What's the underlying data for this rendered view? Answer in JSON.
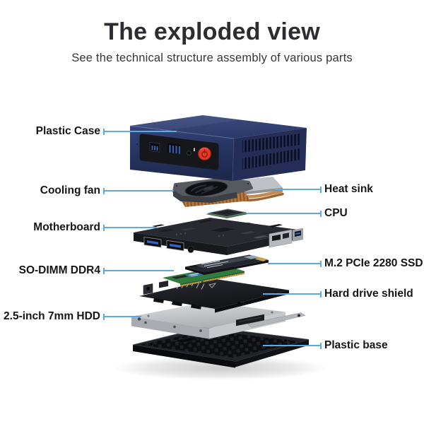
{
  "header": {
    "title": "The exploded view",
    "subtitle": "See the technical structure assembly of various parts"
  },
  "callouts": {
    "left": [
      {
        "label": "Plastic Case"
      },
      {
        "label": "Cooling fan"
      },
      {
        "label": "Motherboard"
      },
      {
        "label": "SO-DIMM DDR4"
      },
      {
        "label": "2.5-inch 7mm HDD"
      }
    ],
    "right": [
      {
        "label": "Heat sink"
      },
      {
        "label": "CPU"
      },
      {
        "label": "M.2 PCIe 2280 SSD"
      },
      {
        "label": "Hard drive shield"
      },
      {
        "label": "Plastic base"
      }
    ]
  },
  "colors": {
    "callout_line": "#5ea9e0",
    "title_text": "#2c2c31",
    "label_text": "#151515",
    "case_navy": "#2b3966",
    "power_button_red": "#e53a2b",
    "usb_port_blue": "#2f63c4",
    "ram_pcb_green": "#2f7c3e",
    "copper_heatpipe": "#c28a4e",
    "background": "#ffffff"
  }
}
